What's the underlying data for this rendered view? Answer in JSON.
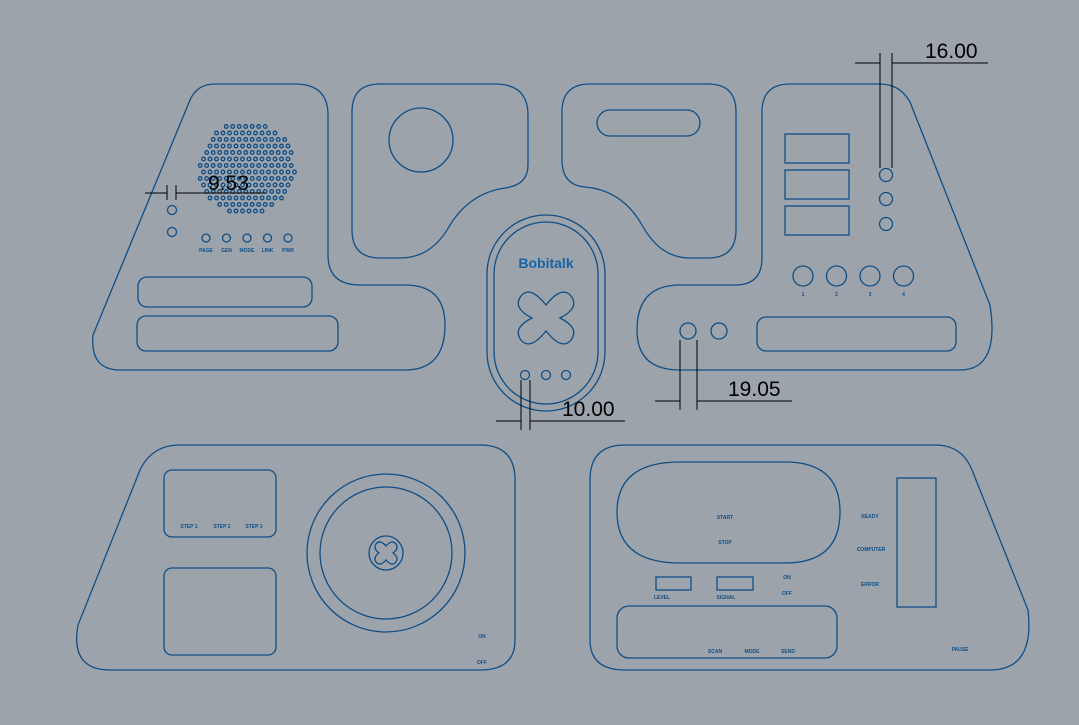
{
  "brand": "Bobitalk",
  "dimensions": {
    "d1": "9.53",
    "d2": "16.00",
    "d3": "10.00",
    "d4": "19.05"
  },
  "panel_top_left": {
    "led_labels": [
      "PAGE",
      "GEN",
      "MODE",
      "LINK",
      "PWR"
    ]
  },
  "panel_top_right": {
    "button_labels": [
      "1",
      "2",
      "3",
      "4"
    ]
  },
  "panel_bottom_left": {
    "step_labels": [
      "STEP 1",
      "STEP 2",
      "STEP 3"
    ],
    "on_label": "ON",
    "off_label": "OFF"
  },
  "panel_bottom_right": {
    "start_label": "START",
    "stop_label": "STOP",
    "level_label": "LEVEL",
    "signal_label": "SIGNAL",
    "on_label": "ON",
    "off_label": "OFF",
    "status_labels": [
      "READY",
      "COMPUTER",
      "ERROR"
    ],
    "mode_labels": [
      "SCAN",
      "MODE",
      "SEND"
    ],
    "corner_label": "PAUSE"
  }
}
